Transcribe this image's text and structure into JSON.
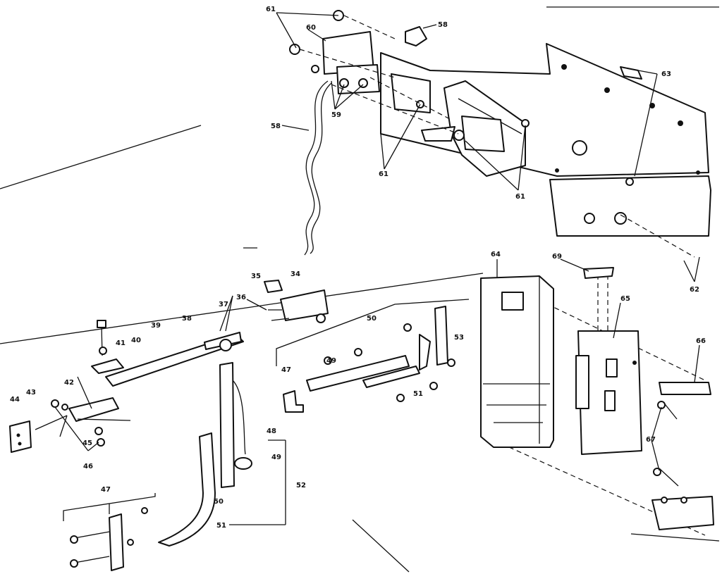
{
  "diagram": {
    "callouts": {
      "c34": "34",
      "c35": "35",
      "c36": "36",
      "c37": "37",
      "c38": "38",
      "c39": "39",
      "c40": "40",
      "c41": "41",
      "c42": "42",
      "c43": "43",
      "c44": "44",
      "c45": "45",
      "c46": "46",
      "c47a": "47",
      "c47b": "47",
      "c48": "48",
      "c49a": "49",
      "c49b": "49",
      "c50a": "50",
      "c50b": "50",
      "c51a": "51",
      "c51b": "51",
      "c52": "52",
      "c53": "53",
      "c58a": "58",
      "c58b": "58",
      "c59": "59",
      "c60": "60",
      "c61a": "61",
      "c61b": "61",
      "c61c": "61",
      "c62": "62",
      "c63": "63",
      "c64": "64",
      "c65": "65",
      "c66": "66",
      "c67": "67",
      "c69": "69"
    }
  }
}
